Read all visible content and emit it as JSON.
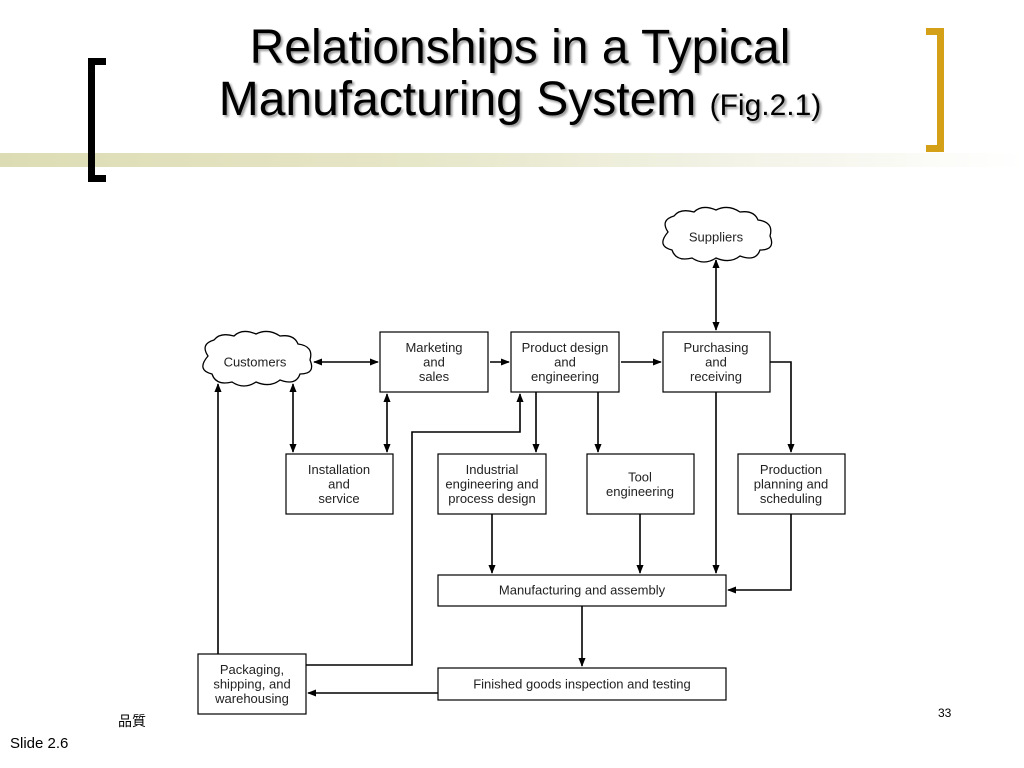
{
  "slide": {
    "title_line1": "Relationships in a Typical",
    "title_line2": "Manufacturing System",
    "title_fig": "(Fig.2.1)",
    "footer_text": "品質",
    "page_number": "33",
    "slide_label": "Slide 2.6"
  },
  "diagram": {
    "nodes": {
      "suppliers": [
        "Suppliers"
      ],
      "customers": [
        "Customers"
      ],
      "marketing": [
        "Marketing",
        "and",
        "sales"
      ],
      "product_design": [
        "Product design",
        "and",
        "engineering"
      ],
      "purchasing": [
        "Purchasing",
        "and",
        "receiving"
      ],
      "installation": [
        "Installation",
        "and",
        "service"
      ],
      "industrial": [
        "Industrial",
        "engineering and",
        "process design"
      ],
      "tool": [
        "Tool",
        "engineering"
      ],
      "production": [
        "Production",
        "planning and",
        "scheduling"
      ],
      "manufacturing": [
        "Manufacturing and assembly"
      ],
      "packaging": [
        "Packaging,",
        "shipping, and",
        "warehousing"
      ],
      "finished": [
        "Finished goods inspection and testing"
      ]
    }
  }
}
